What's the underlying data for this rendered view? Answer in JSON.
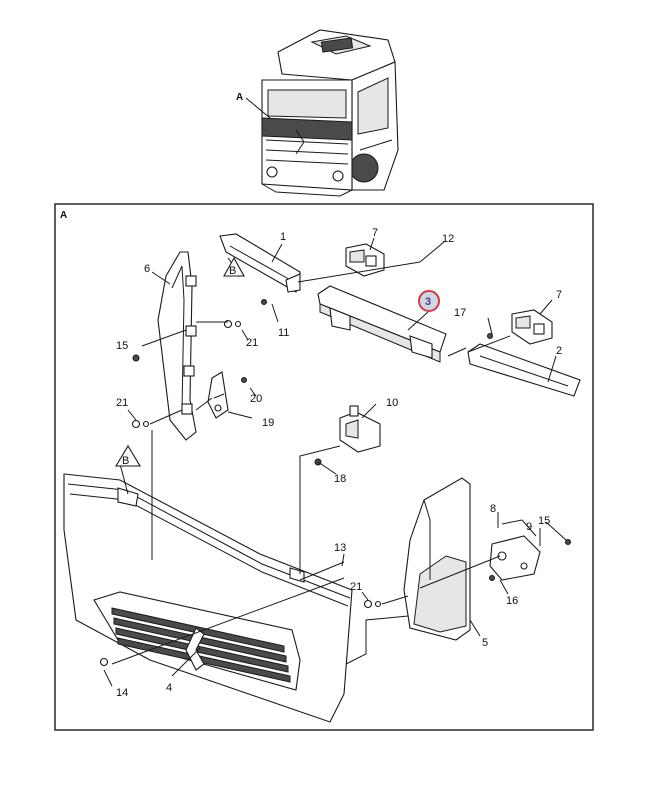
{
  "overview": {
    "label": "A"
  },
  "frame": {
    "label": "A"
  },
  "references": [
    {
      "id": "ref-b-top",
      "text": "B"
    },
    {
      "id": "ref-b-left",
      "text": "B"
    }
  ],
  "parts": [
    {
      "id": "1",
      "text": "1"
    },
    {
      "id": "2",
      "text": "2"
    },
    {
      "id": "3",
      "text": "3",
      "highlighted": true
    },
    {
      "id": "4",
      "text": "4"
    },
    {
      "id": "5",
      "text": "5"
    },
    {
      "id": "6",
      "text": "6"
    },
    {
      "id": "7a",
      "text": "7"
    },
    {
      "id": "7b",
      "text": "7"
    },
    {
      "id": "8",
      "text": "8"
    },
    {
      "id": "9",
      "text": "9"
    },
    {
      "id": "10",
      "text": "10"
    },
    {
      "id": "11",
      "text": "11"
    },
    {
      "id": "12",
      "text": "12"
    },
    {
      "id": "13",
      "text": "13"
    },
    {
      "id": "14",
      "text": "14"
    },
    {
      "id": "15a",
      "text": "15"
    },
    {
      "id": "15b",
      "text": "15"
    },
    {
      "id": "16",
      "text": "16"
    },
    {
      "id": "17",
      "text": "17"
    },
    {
      "id": "18",
      "text": "18"
    },
    {
      "id": "19",
      "text": "19"
    },
    {
      "id": "20",
      "text": "20"
    },
    {
      "id": "21a",
      "text": "21"
    },
    {
      "id": "21b",
      "text": "21"
    },
    {
      "id": "21c",
      "text": "21"
    }
  ],
  "colors": {
    "highlight_ring": "#d63b3b",
    "highlight_fill": "#cfd6e6",
    "line": "#1a1a1a"
  }
}
